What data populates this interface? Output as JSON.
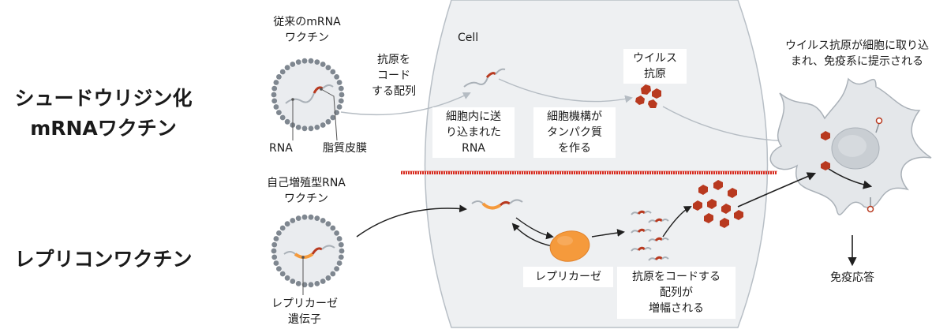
{
  "section_titles": {
    "mrna": "シュードウリジン化\nmRNAワクチン",
    "replicon": "レプリコンワクチン"
  },
  "labels": {
    "conventional_vaccine": "従来のmRNA\nワクチン",
    "rna": "RNA",
    "lipid_membrane": "脂質皮膜",
    "antigen_coding": "抗原を\nコード\nする配列",
    "cell": "Cell",
    "rna_delivered": "細胞内に送\nり込まれた\nRNA",
    "cell_machinery": "細胞機構が\nタンパク質\nを作る",
    "viral_antigen": "ウイルス\n抗原",
    "antigen_presented": "ウイルス抗原が細胞に取り込\nまれ、免疫系に提示される",
    "self_amplifying": "自己増殖型RNA\nワクチン",
    "replicase_gene": "レプリカーゼ\n遺伝子",
    "replicase": "レプリカーゼ",
    "amplified_sequence": "抗原をコードする\n配列が\n増幅される",
    "immune_response": "免疫応答"
  },
  "colors": {
    "cell_fill": "#eef0f2",
    "divider": "#d62a1e",
    "antigen": "#b8391f",
    "replicase": "#f59a3c",
    "rna_strand": "#a9b0b7",
    "arrow": "#1f1f1f",
    "arrow_light": "#b5bcc3"
  }
}
